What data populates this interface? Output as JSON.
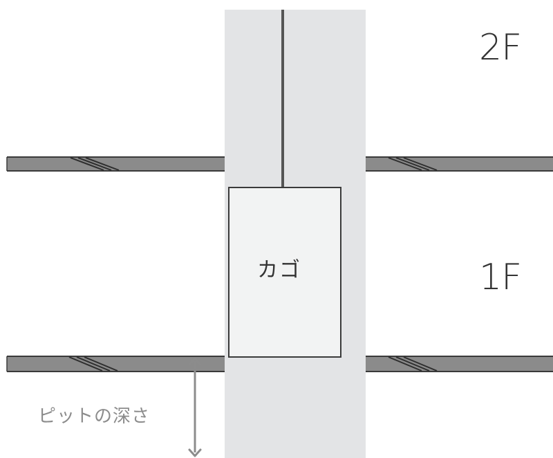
{
  "labels": {
    "floor_upper": "2F",
    "floor_lower": "1F",
    "car": "カゴ",
    "pit_depth": "ピットの深さ"
  },
  "colors": {
    "shaft": "#e3e4e6",
    "slab_fill": "#8b8b8b",
    "slab_edge": "#3a3a3a",
    "car_fill": "#f2f3f3",
    "car_stroke": "#3a3a3a",
    "rope": "#555555",
    "arrow": "#8c8c8c",
    "text": "#333333"
  }
}
